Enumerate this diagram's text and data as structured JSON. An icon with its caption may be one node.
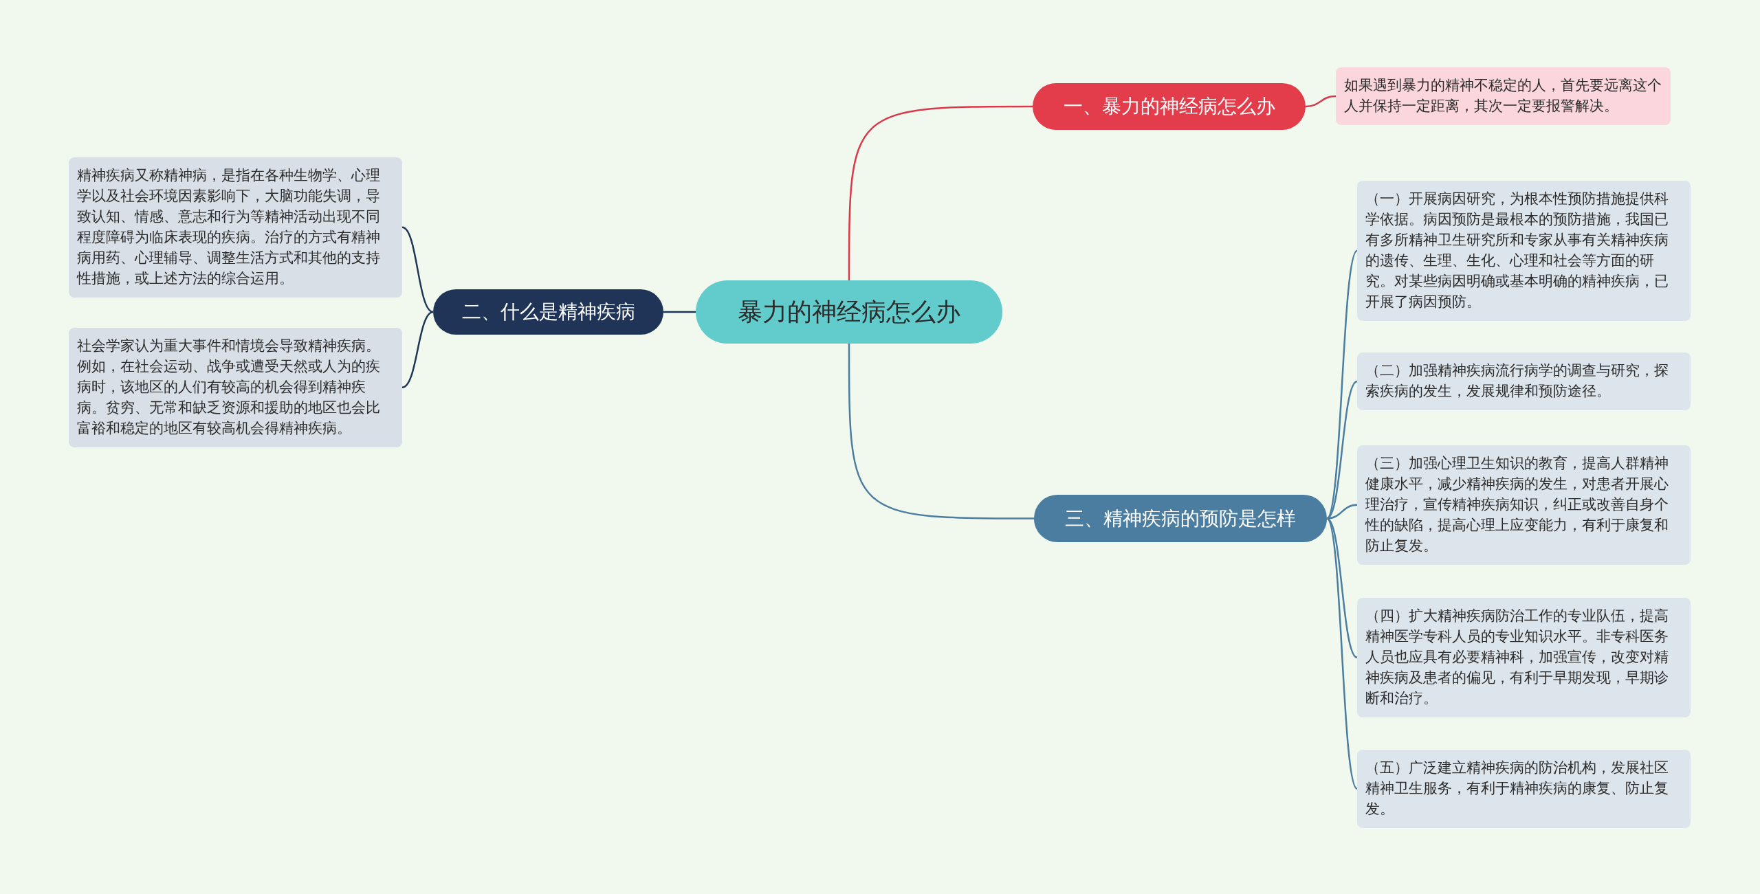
{
  "diagram": {
    "nodes": [
      {
        "text": [
          "暴力的神经病怎么办"
        ]
      },
      {
        "text": [
          "一、暴力的神经病怎么办"
        ]
      },
      {
        "text": [
          "如果遇到暴力的精神不稳定的人，首先要远离这个人并保持一定距离，其次一定要报警解决。"
        ]
      },
      {
        "text": [
          "二、什么是精神疾病"
        ]
      },
      {
        "text": [
          "精神疾病又称精神病，是指在各种生物学、心理学以及社会环境因素影响下，大脑功能失调，导致认知、情感、意志和行为等精神活动出现不同程度障碍为临床表现的疾病。治疗的方式有精神病用药、心理辅导、调整生活方式和其他的支持性措施，或上述方法的综合运用。"
        ]
      },
      {
        "text": [
          "社会学家认为重大事件和情境会导致精神疾病。例如，在社会运动、战争或遭受天然或人为的疾病时，该地区的人们有较高的机会得到精神疾病。贫穷、无常和缺乏资源和援助的地区也会比富裕和稳定的地区有较高机会得精神疾病。"
        ]
      },
      {
        "text": [
          "三、精神疾病的预防是怎样"
        ]
      },
      {
        "text": [
          "（一）开展病因研究，为根本性预防措施提供科学依据。病因预防是最根本的预防措施，我国已有多所精神卫生研究所和专家从事有关精神疾病的遗传、生理、生化、心理和社会等方面的研究。对某些病因明确或基本明确的精神疾病，已开展了病因预防。"
        ]
      },
      {
        "text": [
          "（二）加强精神疾病流行病学的调查与研究，探索疾病的发生，发展规律和预防途径。"
        ]
      },
      {
        "text": [
          "（三）加强心理卫生知识的教育，提高人群精神健康水平，减少精神疾病的发生，对患者开展心理治疗，宣传精神疾病知识，纠正或改善自身个性的缺陷，提高心理上应变能力，有利于康复和防止复发。"
        ]
      },
      {
        "text": [
          "（四）扩大精神疾病防治工作的专业队伍，提高精神医学专科人员的专业知识水平。非专科医务人员也应具有必要精神科，加强宣传，改变对精神疾病及患者的偏见，有利于早期发现，早期诊断和治疗。"
        ]
      },
      {
        "text": [
          "（五）广泛建立精神疾病的防治机构，发展社区精神卫生服务，有利于精神疾病的康复、防止复发。"
        ]
      }
    ],
    "edges": [
      {
        "from": 0,
        "to": 1,
        "arrow": "none",
        "color": "#d9394a"
      },
      {
        "from": 1,
        "to": 2,
        "arrow": "none",
        "color": "#d9394a"
      },
      {
        "from": 0,
        "to": 3,
        "arrow": "none",
        "color": "#1e3557"
      },
      {
        "from": 3,
        "to": 4,
        "arrow": "none",
        "color": "#1e3557"
      },
      {
        "from": 3,
        "to": 5,
        "arrow": "none",
        "color": "#1e3557"
      },
      {
        "from": 0,
        "to": 6,
        "arrow": "none"
      },
      {
        "from": 6,
        "to": 7,
        "arrow": "none"
      },
      {
        "from": 6,
        "to": 8,
        "arrow": "none"
      },
      {
        "from": 6,
        "to": 9,
        "arrow": "none"
      },
      {
        "from": 6,
        "to": 10,
        "arrow": "none"
      },
      {
        "from": 6,
        "to": 11,
        "arrow": "none"
      }
    ]
  }
}
